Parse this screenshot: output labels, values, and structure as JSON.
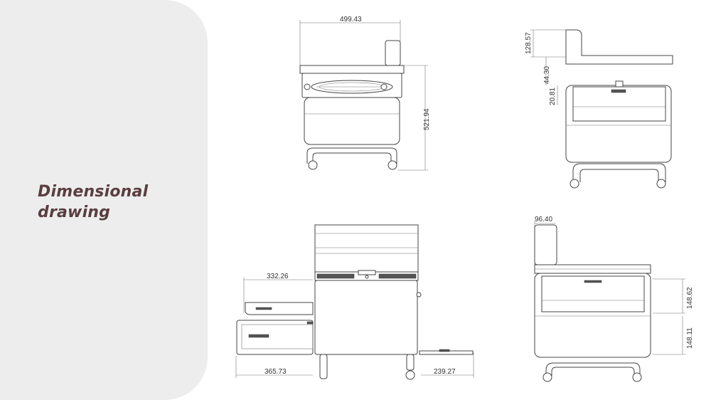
{
  "heading": {
    "line1": "Dimensional",
    "line2": "drawing"
  },
  "colors": {
    "panel": "#ededed",
    "heading": "#5a3e3f",
    "line": "#444444"
  },
  "dimensions": {
    "front_width": "499.43",
    "front_height": "521.94",
    "side_top_height": "128.57",
    "side_tray_height": "44.30",
    "side_gap": "20.81",
    "drawer_left_upper": "332.26",
    "drawer_left_lower": "365.73",
    "footrest_width": "239.27",
    "side_back_width": "96.40",
    "side_drawer_upper": "148.62",
    "side_drawer_lower": "148.11"
  }
}
